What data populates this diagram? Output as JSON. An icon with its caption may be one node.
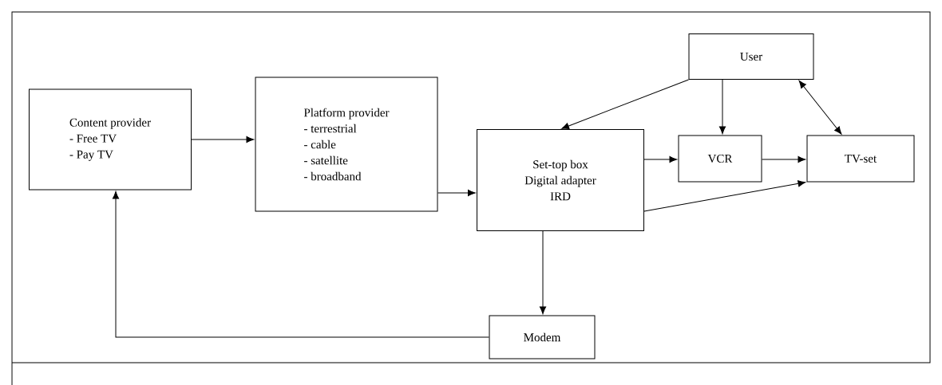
{
  "diagram": {
    "nodes": [
      {
        "text": [
          "Content provider",
          "- Free TV",
          "- Pay TV"
        ]
      },
      {
        "text": [
          "Platform provider",
          "- terrestrial",
          "- cable",
          "- satellite",
          "- broadband"
        ]
      },
      {
        "text": [
          "Set-top box",
          "Digital adapter",
          "IRD"
        ]
      },
      {
        "text": [
          "User"
        ]
      },
      {
        "text": [
          "VCR"
        ]
      },
      {
        "text": [
          "TV-set"
        ]
      },
      {
        "text": [
          "Modem"
        ]
      }
    ],
    "edges": [
      {
        "from": 0,
        "to": 1,
        "arrow": "to"
      },
      {
        "from": 1,
        "to": 2,
        "arrow": "to"
      },
      {
        "from": 3,
        "to": 2,
        "arrow": "to"
      },
      {
        "from": 3,
        "to": 4,
        "arrow": "to"
      },
      {
        "from": 3,
        "to": 5,
        "arrow": "both"
      },
      {
        "from": 2,
        "to": 4,
        "arrow": "to"
      },
      {
        "from": 4,
        "to": 5,
        "arrow": "to"
      },
      {
        "from": 2,
        "to": 5,
        "arrow": "to"
      },
      {
        "from": 2,
        "to": 6,
        "arrow": "to"
      },
      {
        "from": 6,
        "to": 0,
        "arrow": "to"
      }
    ]
  }
}
